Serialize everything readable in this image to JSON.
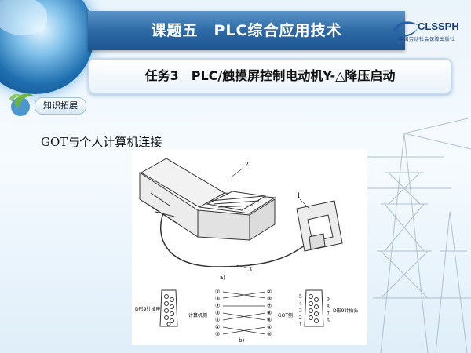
{
  "header": {
    "title": "课题五　PLC综合应用技术"
  },
  "logo": {
    "brand": "CLSSPH",
    "subtitle": "中国劳动社会保障出版社"
  },
  "task": {
    "title": "任务3　PLC/触摸屏控制电动机Y-△降压启动"
  },
  "badge": {
    "label": "知识拓展"
  },
  "section": {
    "heading": "GOT与个人计算机连接"
  },
  "figure": {
    "callouts": [
      "1",
      "2",
      "3"
    ],
    "caption_a": "a)",
    "caption_b": "b)",
    "left_connector_label": "D形9针插座",
    "pc_side_label": "计算机侧",
    "got_side_label": "GOT侧",
    "right_connector_label": "D形9针插头",
    "pc_pins": [
      "②",
      "③",
      "⑦",
      "⑧",
      "⑥",
      "④",
      "⑤"
    ],
    "got_pins": [
      "②",
      "③",
      "⑦",
      "⑧",
      "⑥",
      "④",
      "⑤"
    ],
    "plug_left_numbers": [
      "5",
      "4",
      "3",
      "2",
      "1"
    ],
    "plug_right_numbers": [
      "9",
      "8",
      "7",
      "6"
    ]
  },
  "colors": {
    "header_blue": "#2d6aa6",
    "accent_green": "#6bb33f",
    "title_text": "#111111"
  }
}
